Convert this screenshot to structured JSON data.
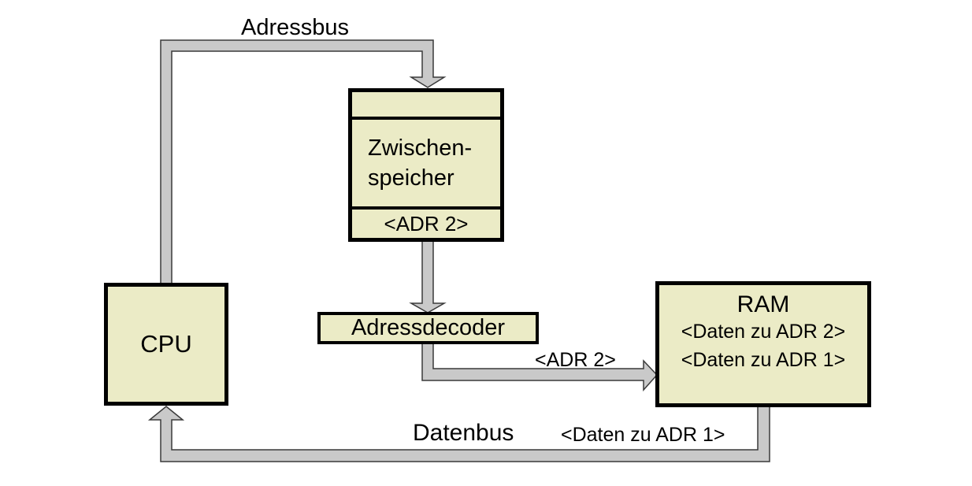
{
  "colors": {
    "bg": "#ffffff",
    "box_fill": "#ebebc6",
    "box_border": "#000000",
    "bus_fill": "#c9c9c9",
    "bus_stroke": "#3a3a3a",
    "text": "#000000"
  },
  "labels": {
    "adressbus": "Adressbus",
    "datenbus": "Datenbus",
    "adr2_on_bus": "<ADR 2>",
    "daten_zu_adr1_on_bus": "<Daten zu ADR 1>"
  },
  "nodes": {
    "cpu": {
      "label": "CPU"
    },
    "zwischenspeicher": {
      "line1": "Zwischen-",
      "line2": "speicher",
      "register": "<ADR 2>"
    },
    "adressdecoder": {
      "label": "Adressdecoder"
    },
    "ram": {
      "title": "RAM",
      "entries": [
        "<Daten zu ADR 2>",
        "<Daten zu ADR 1>"
      ]
    }
  }
}
